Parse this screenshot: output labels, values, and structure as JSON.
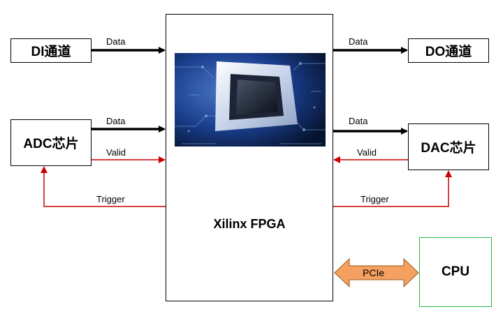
{
  "left": {
    "di": {
      "label": "DI通道"
    },
    "adc": {
      "label": "ADC芯片"
    },
    "di_data": "Data",
    "adc_data": "Data",
    "adc_valid": "Valid",
    "adc_trigger": "Trigger"
  },
  "right": {
    "do": {
      "label": "DO通道"
    },
    "dac": {
      "label": "DAC芯片"
    },
    "do_data": "Data",
    "dac_data": "Data",
    "dac_valid": "Valid",
    "dac_trigger": "Trigger"
  },
  "center": {
    "fpga_label": "Xilinx FPGA"
  },
  "cpu": {
    "label": "CPU",
    "link_label": "PCIe"
  },
  "colors": {
    "data_line": "#000000",
    "control_line": "#cc0000",
    "pcie_fill": "#f4a060",
    "cpu_border": "#22bb44",
    "chip_blue": "#1a3e8c"
  }
}
